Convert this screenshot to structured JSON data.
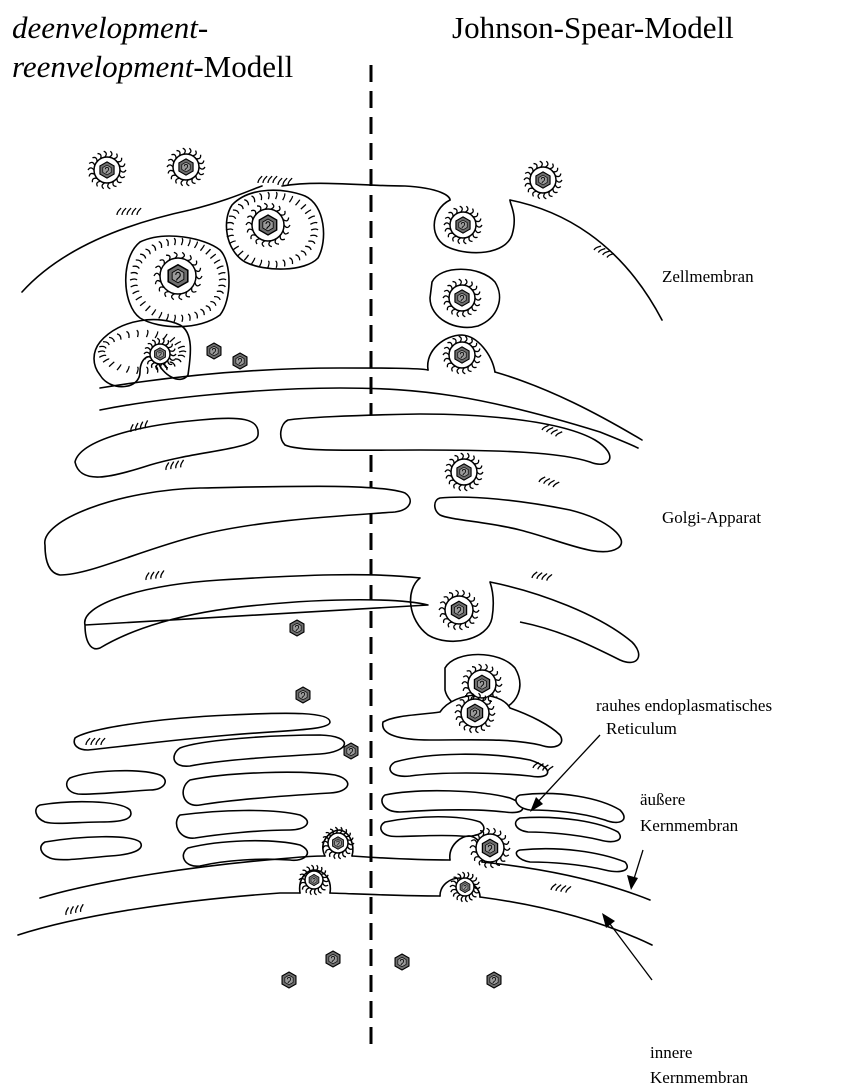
{
  "title_left_line1": "deenvelopment-",
  "title_left_line2_italic": "reenvelopment",
  "title_left_line2_rest": "-Modell",
  "title_right": "Johnson-Spear-Modell",
  "labels": {
    "zellmembran": "Zellmembran",
    "golgi": "Golgi-Apparat",
    "rer_line1": "rauhes endoplasmatisches",
    "rer_line2": "Reticulum",
    "aeussere_line1": "äußere",
    "aeussere_line2": "Kernmembran",
    "innere_line1": "innere",
    "innere_line2": "Kernmembran"
  },
  "colors": {
    "ink": "#000000",
    "capsid": "#707070",
    "paper": "#ffffff"
  }
}
